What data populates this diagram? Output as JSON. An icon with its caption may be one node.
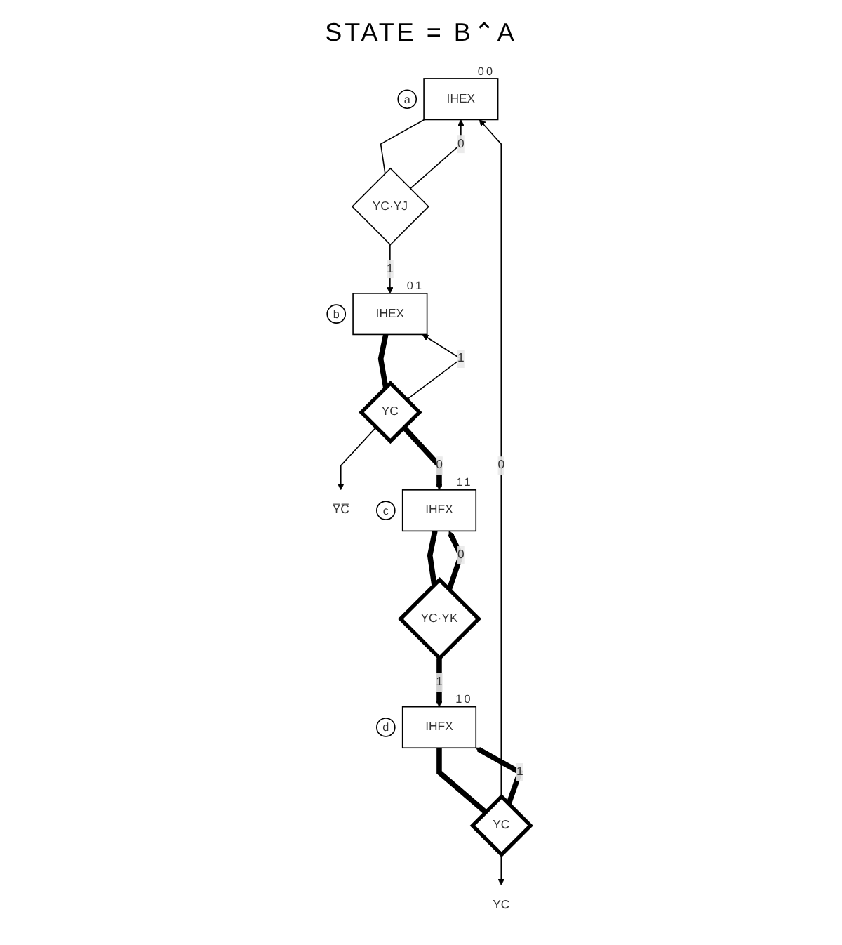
{
  "diagram": {
    "title": "STATE = B⌃A",
    "nodes": [
      {
        "text": [
          "IHEX"
        ],
        "beside": [
          "a",
          "00"
        ]
      },
      {
        "text": [
          "YC·YJ"
        ]
      },
      {
        "text": [
          "IHEX"
        ],
        "beside": [
          "b",
          "01"
        ]
      },
      {
        "text": [
          "YC"
        ]
      },
      {
        "text": [
          "Y̅C̅"
        ]
      },
      {
        "text": [
          "IHFX"
        ],
        "beside": [
          "c",
          "11"
        ]
      },
      {
        "text": [
          "YC·YK"
        ]
      },
      {
        "text": [
          "IHFX"
        ],
        "beside": [
          "d",
          "10"
        ]
      },
      {
        "text": [
          "YC"
        ]
      },
      {
        "text": [
          "YC"
        ]
      }
    ],
    "edges": [
      {
        "from": 0,
        "to": 1,
        "arrow": "none"
      },
      {
        "from": 1,
        "to": 2,
        "arrow": "to",
        "label": "1"
      },
      {
        "from": 1,
        "to": 0,
        "arrow": "to",
        "label": "0"
      },
      {
        "from": 2,
        "to": 3,
        "arrow": "none",
        "style": "thick"
      },
      {
        "from": 3,
        "to": 2,
        "arrow": "to",
        "label": "1"
      },
      {
        "from": 3,
        "to": 5,
        "arrow": "to",
        "label": "0",
        "style": "thick"
      },
      {
        "from": 3,
        "to": 4,
        "arrow": "to"
      },
      {
        "from": 5,
        "to": 6,
        "arrow": "none",
        "style": "thick"
      },
      {
        "from": 6,
        "to": 5,
        "arrow": "to",
        "label": "0",
        "style": "thick"
      },
      {
        "from": 6,
        "to": 7,
        "arrow": "to",
        "label": "1",
        "style": "thick"
      },
      {
        "from": 7,
        "to": 8,
        "arrow": "none",
        "style": "thick"
      },
      {
        "from": 8,
        "to": 0,
        "arrow": "to",
        "label": "0"
      },
      {
        "from": 8,
        "to": 7,
        "arrow": "to",
        "label": "1",
        "style": "thick"
      },
      {
        "from": 8,
        "to": 9,
        "arrow": "to"
      }
    ]
  }
}
